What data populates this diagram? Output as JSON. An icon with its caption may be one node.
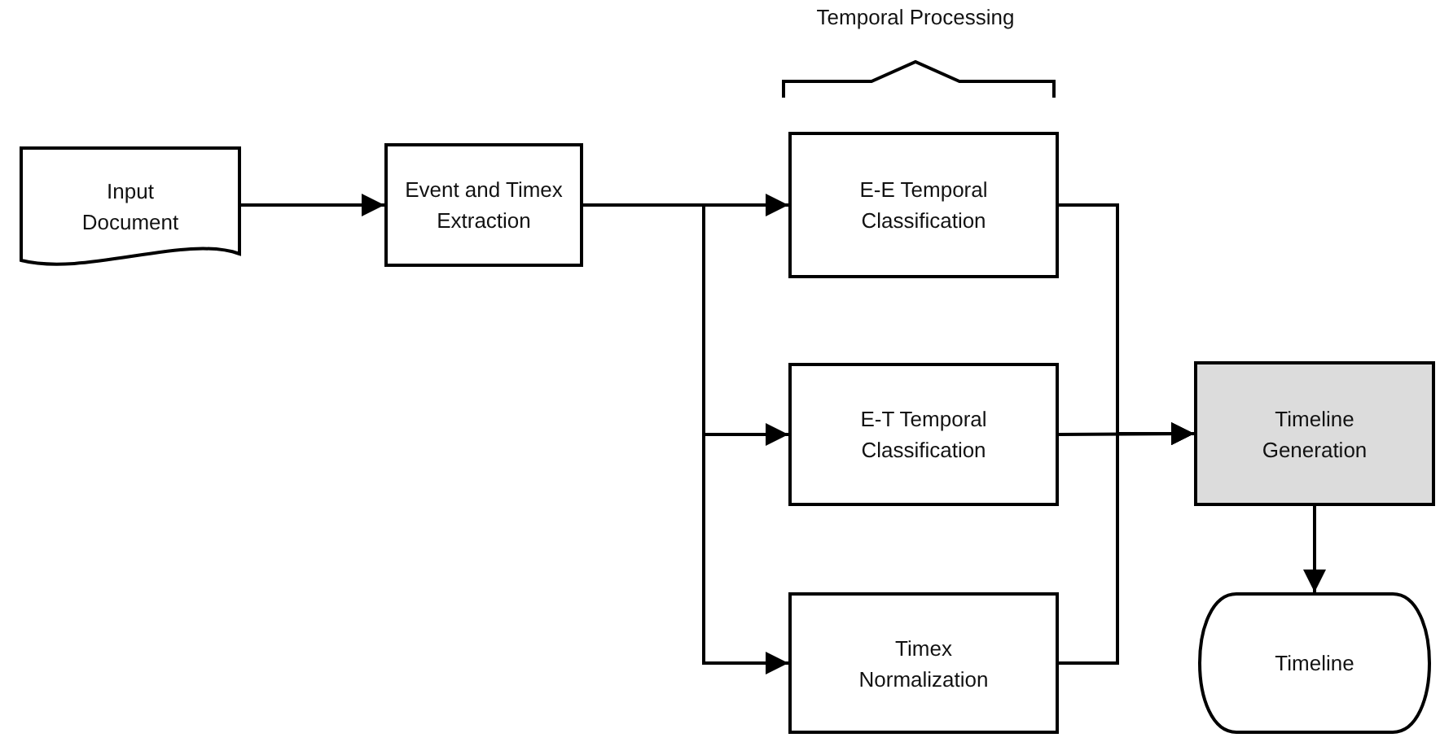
{
  "diagram": {
    "nodes": [
      {
        "text": [
          "Input Document"
        ]
      },
      {
        "text": [
          "Event and Timex Extraction"
        ]
      },
      {
        "text": [
          "E-E Temporal Classification"
        ]
      },
      {
        "text": [
          "E-T Temporal Classification"
        ]
      },
      {
        "text": [
          "Timex Normalization"
        ]
      },
      {
        "text": [
          "Timeline Generation"
        ]
      },
      {
        "text": [
          "Timeline"
        ]
      }
    ],
    "edges": [
      {
        "from": 0,
        "to": 1,
        "arrow": "to"
      },
      {
        "from": 1,
        "to": 2,
        "arrow": "to"
      },
      {
        "from": 1,
        "to": 3,
        "arrow": "to"
      },
      {
        "from": 1,
        "to": 4,
        "arrow": "to"
      },
      {
        "from": 2,
        "to": 5,
        "arrow": "to"
      },
      {
        "from": 3,
        "to": 5,
        "arrow": "to"
      },
      {
        "from": 4,
        "to": 5,
        "arrow": "to"
      },
      {
        "from": 5,
        "to": 6,
        "arrow": "to"
      }
    ],
    "labels": [
      "Temporal Processing"
    ]
  }
}
